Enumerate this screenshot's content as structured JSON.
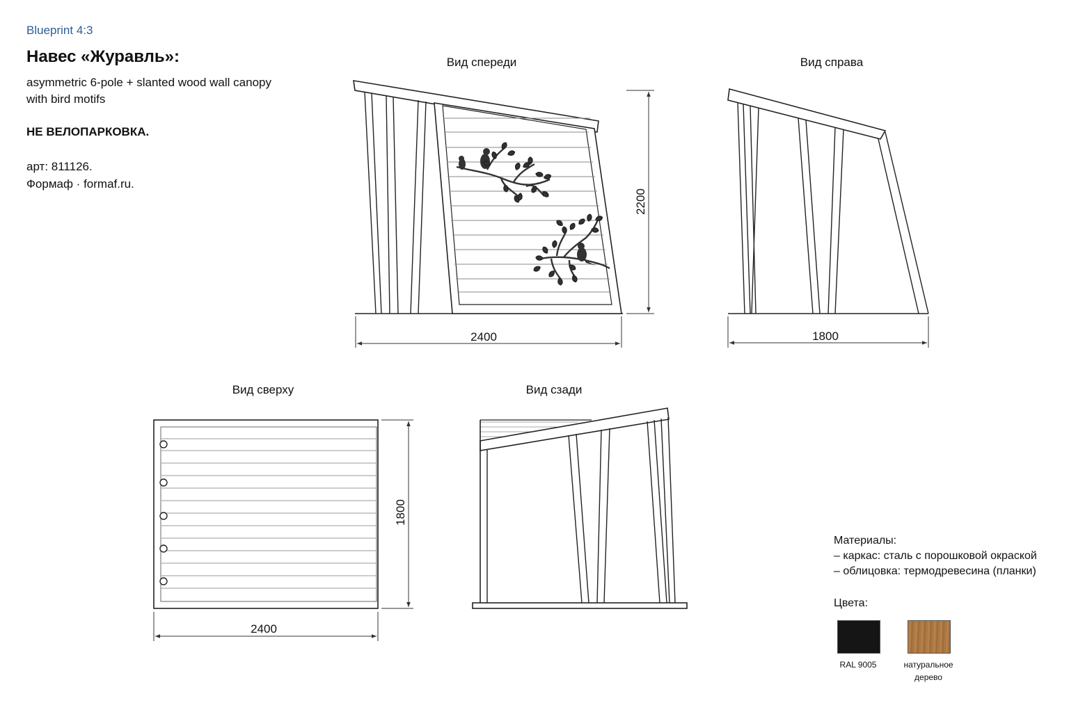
{
  "header": {
    "brand": "Blueprint 4:3",
    "title": "Навес «Журавль»:",
    "subtitle": "asymmetric 6-pole + slanted wood wall canopy with bird motifs",
    "warning": "НЕ ВЕЛОПАРКОВКА.",
    "article": "арт: 811126.",
    "brandline": "Формаф · formaf.ru."
  },
  "views": {
    "front": {
      "title": "Вид спереди",
      "width": "2400",
      "height": "2200"
    },
    "side": {
      "title": "Вид справа",
      "width": "1800"
    },
    "top": {
      "title": "Вид сверху",
      "width": "2400",
      "depth": "1800"
    },
    "back": {
      "title": "Вид сзади"
    }
  },
  "materials": {
    "title": "Материалы:",
    "items": [
      "– каркас: сталь с порошковой окраской",
      "– облицовка: термодревесина (планки)"
    ]
  },
  "colors": {
    "title": "Цвета:",
    "swatches": [
      {
        "label": "RAL 9005",
        "hex": "#151515"
      },
      {
        "label": "натуральное дерево",
        "hex": "#a8733f"
      }
    ]
  }
}
